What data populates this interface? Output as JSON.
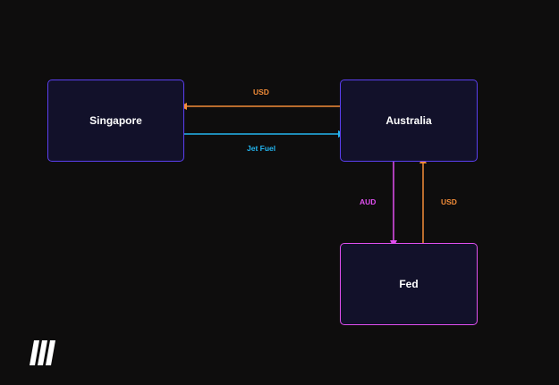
{
  "nodes": {
    "singapore": "Singapore",
    "australia": "Australia",
    "fed": "Fed"
  },
  "edges": {
    "australia_to_singapore": {
      "label": "USD",
      "color": "#f28c38"
    },
    "singapore_to_australia": {
      "label": "Jet Fuel",
      "color": "#23b5ef"
    },
    "australia_to_fed": {
      "label": "AUD",
      "color": "#e04ff0"
    },
    "fed_to_australia": {
      "label": "USD",
      "color": "#f28c38"
    }
  },
  "colors": {
    "background": "#0e0d0d",
    "node_fill": "#12112a",
    "node_border": "#5b3ff0",
    "fed_border": "#e04ff0"
  },
  "logo": {
    "icon": "brand-logo-icon"
  }
}
